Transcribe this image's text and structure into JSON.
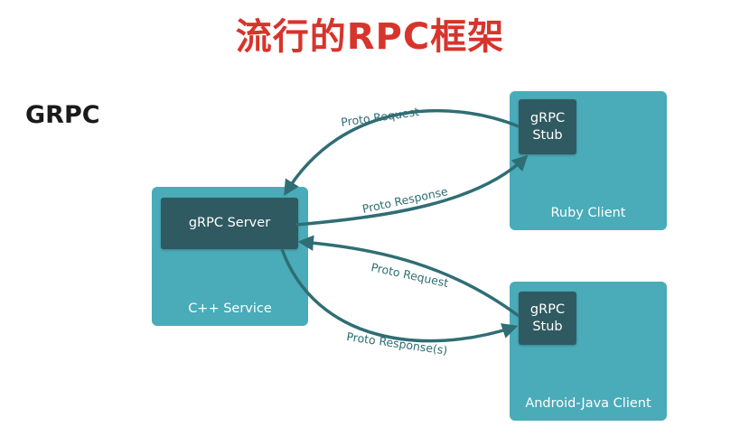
{
  "title": "流行的RPC框架",
  "side_label": "GRPC",
  "cpp_service": {
    "label": "C++ Service",
    "server": "gRPC Server"
  },
  "ruby_client": {
    "label": "Ruby Client",
    "stub_line1": "gRPC",
    "stub_line2": "Stub"
  },
  "android_client": {
    "label": "Android-Java Client",
    "stub_line1": "gRPC",
    "stub_line2": "Stub"
  },
  "arrows": {
    "ruby_request": "Proto Request",
    "ruby_response": "Proto Response",
    "android_request": "Proto Request",
    "android_response": "Proto Response(s)"
  },
  "colors": {
    "title": "#d7342c",
    "box": "#4aabb9",
    "inner": "#2f5a61",
    "arrow": "#2f6e74"
  }
}
